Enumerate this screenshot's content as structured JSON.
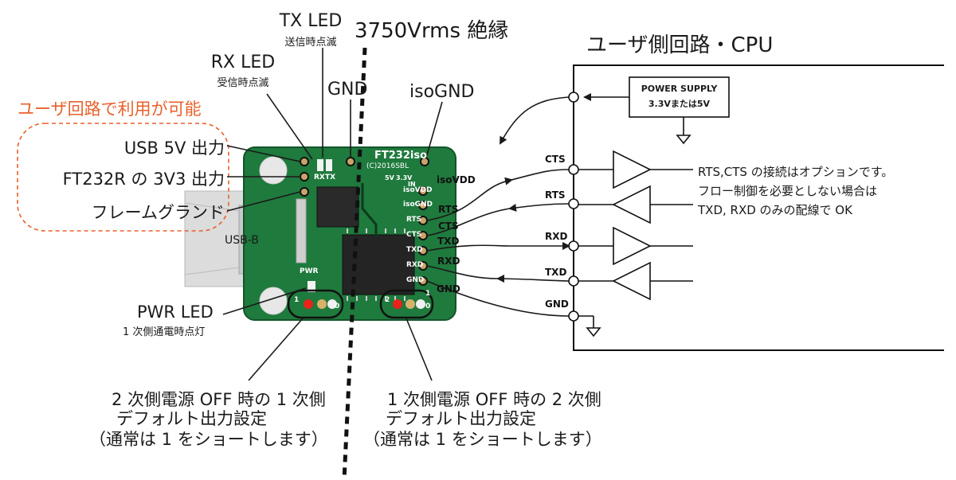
{
  "isolation_label": "3750Vrms 絶縁",
  "user_circuit_title": "ユーザ側回路・CPU",
  "tx_led": {
    "name": "TX LED",
    "desc": "送信時点滅"
  },
  "rx_led": {
    "name": "RX LED",
    "desc": "受信時点滅"
  },
  "gnd_label": "GND",
  "isognd_label": "isoGND",
  "usable_note": "ユーザ回路で利用が可能",
  "usb5v_label": "USB 5V 出力",
  "ft3v3_label": "FT232R の 3V3 出力",
  "frame_gnd_label": "フレームグランド",
  "usbb_label": "USB-B",
  "pwr_led": {
    "name": "PWR LED",
    "desc": "1 次側通電時点灯"
  },
  "left_note": [
    "2 次側電源 OFF 時の 1 次側",
    "デフォルト出力設定",
    "（通常は 1 をショートします）"
  ],
  "right_note": [
    "1 次側電源 OFF 時の 2 次側",
    "デフォルト出力設定",
    "（通常は 1 をショートします）"
  ],
  "board": {
    "name": "FT232iso",
    "copyright": "(C)2016SBL",
    "pins": [
      "isoVDD",
      "isoGND",
      "RTS",
      "CTS",
      "TXD",
      "RXD",
      "GND"
    ],
    "left_markings": [
      "PWR",
      "1",
      "0",
      "RX",
      "TX"
    ],
    "right_markings": [
      "5V",
      "3.3V",
      "IN",
      "2",
      "1",
      "0"
    ]
  },
  "signals": {
    "isovdd": "isoVDD",
    "cts": "CTS",
    "rts": "RTS",
    "txd": "TXD",
    "rxd": "RXD",
    "gnd": "GND"
  },
  "user_pins": {
    "cts": "CTS",
    "rts": "RTS",
    "rxd": "RXD",
    "txd": "TXD",
    "gnd": "GND"
  },
  "power_supply": {
    "title": "POWER SUPPLY",
    "spec": "3.3Vまたは5V"
  },
  "rts_cts_note": [
    "RTS,CTS の接続はオプションです。",
    "フロー制御を必要としない場合は",
    "TXD, RXD のみの配線で OK"
  ],
  "colors": {
    "pcb": "#1f7a3d",
    "pcb_dark": "#13552a",
    "accent": "#e8612c",
    "led_red": "#e8231a",
    "line": "#1a1a1a"
  }
}
